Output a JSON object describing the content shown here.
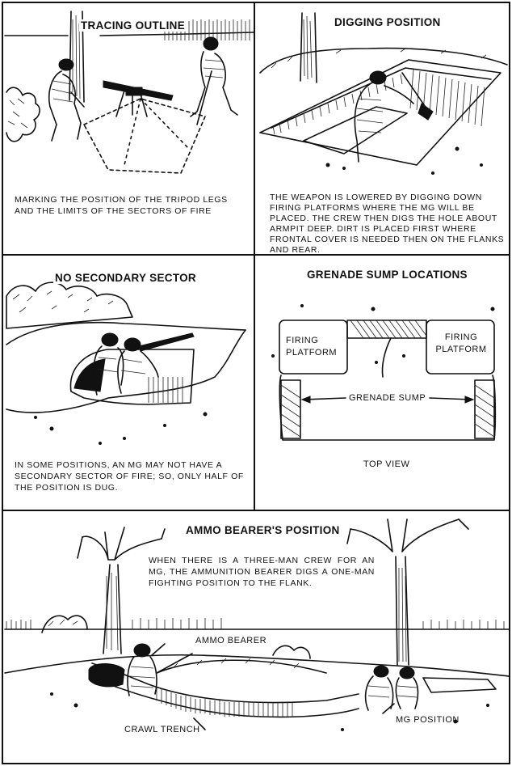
{
  "panels": {
    "tracing": {
      "title": "TRACING OUTLINE",
      "caption": "MARKING THE POSITION OF THE TRIPOD LEGS AND THE LIMITS OF THE SECTORS OF FIRE"
    },
    "digging": {
      "title": "DIGGING POSITION",
      "caption": "THE WEAPON IS LOWERED BY DIGGING DOWN FIRING PLATFORMS WHERE THE MG WILL BE PLACED. THE CREW THEN DIGS THE HOLE ABOUT ARMPIT DEEP. DIRT IS PLACED FIRST WHERE FRONTAL COVER IS NEEDED THEN ON THE FLANKS AND REAR."
    },
    "no_secondary": {
      "title": "NO SECONDARY SECTOR",
      "caption": "IN SOME POSITIONS, AN MG MAY NOT HAVE A SECONDARY SECTOR OF FIRE; SO, ONLY HALF OF THE POSITION IS DUG."
    },
    "grenade": {
      "title": "GRENADE SUMP LOCATIONS",
      "left_platform": "FIRING PLATFORM",
      "right_platform": "FIRING PLATFORM",
      "sump_label": "GRENADE SUMP",
      "view_label": "TOP VIEW"
    },
    "ammo": {
      "title": "AMMO BEARER'S POSITION",
      "caption": "WHEN THERE IS A THREE-MAN CREW FOR AN MG, THE AMMUNITION BEARER DIGS A ONE-MAN FIGHTING POSITION TO THE FLANK.",
      "ammo_bearer_label": "AMMO BEARER",
      "crawl_trench_label": "CRAWL TRENCH",
      "mg_position_label": "MG POSITION"
    }
  }
}
